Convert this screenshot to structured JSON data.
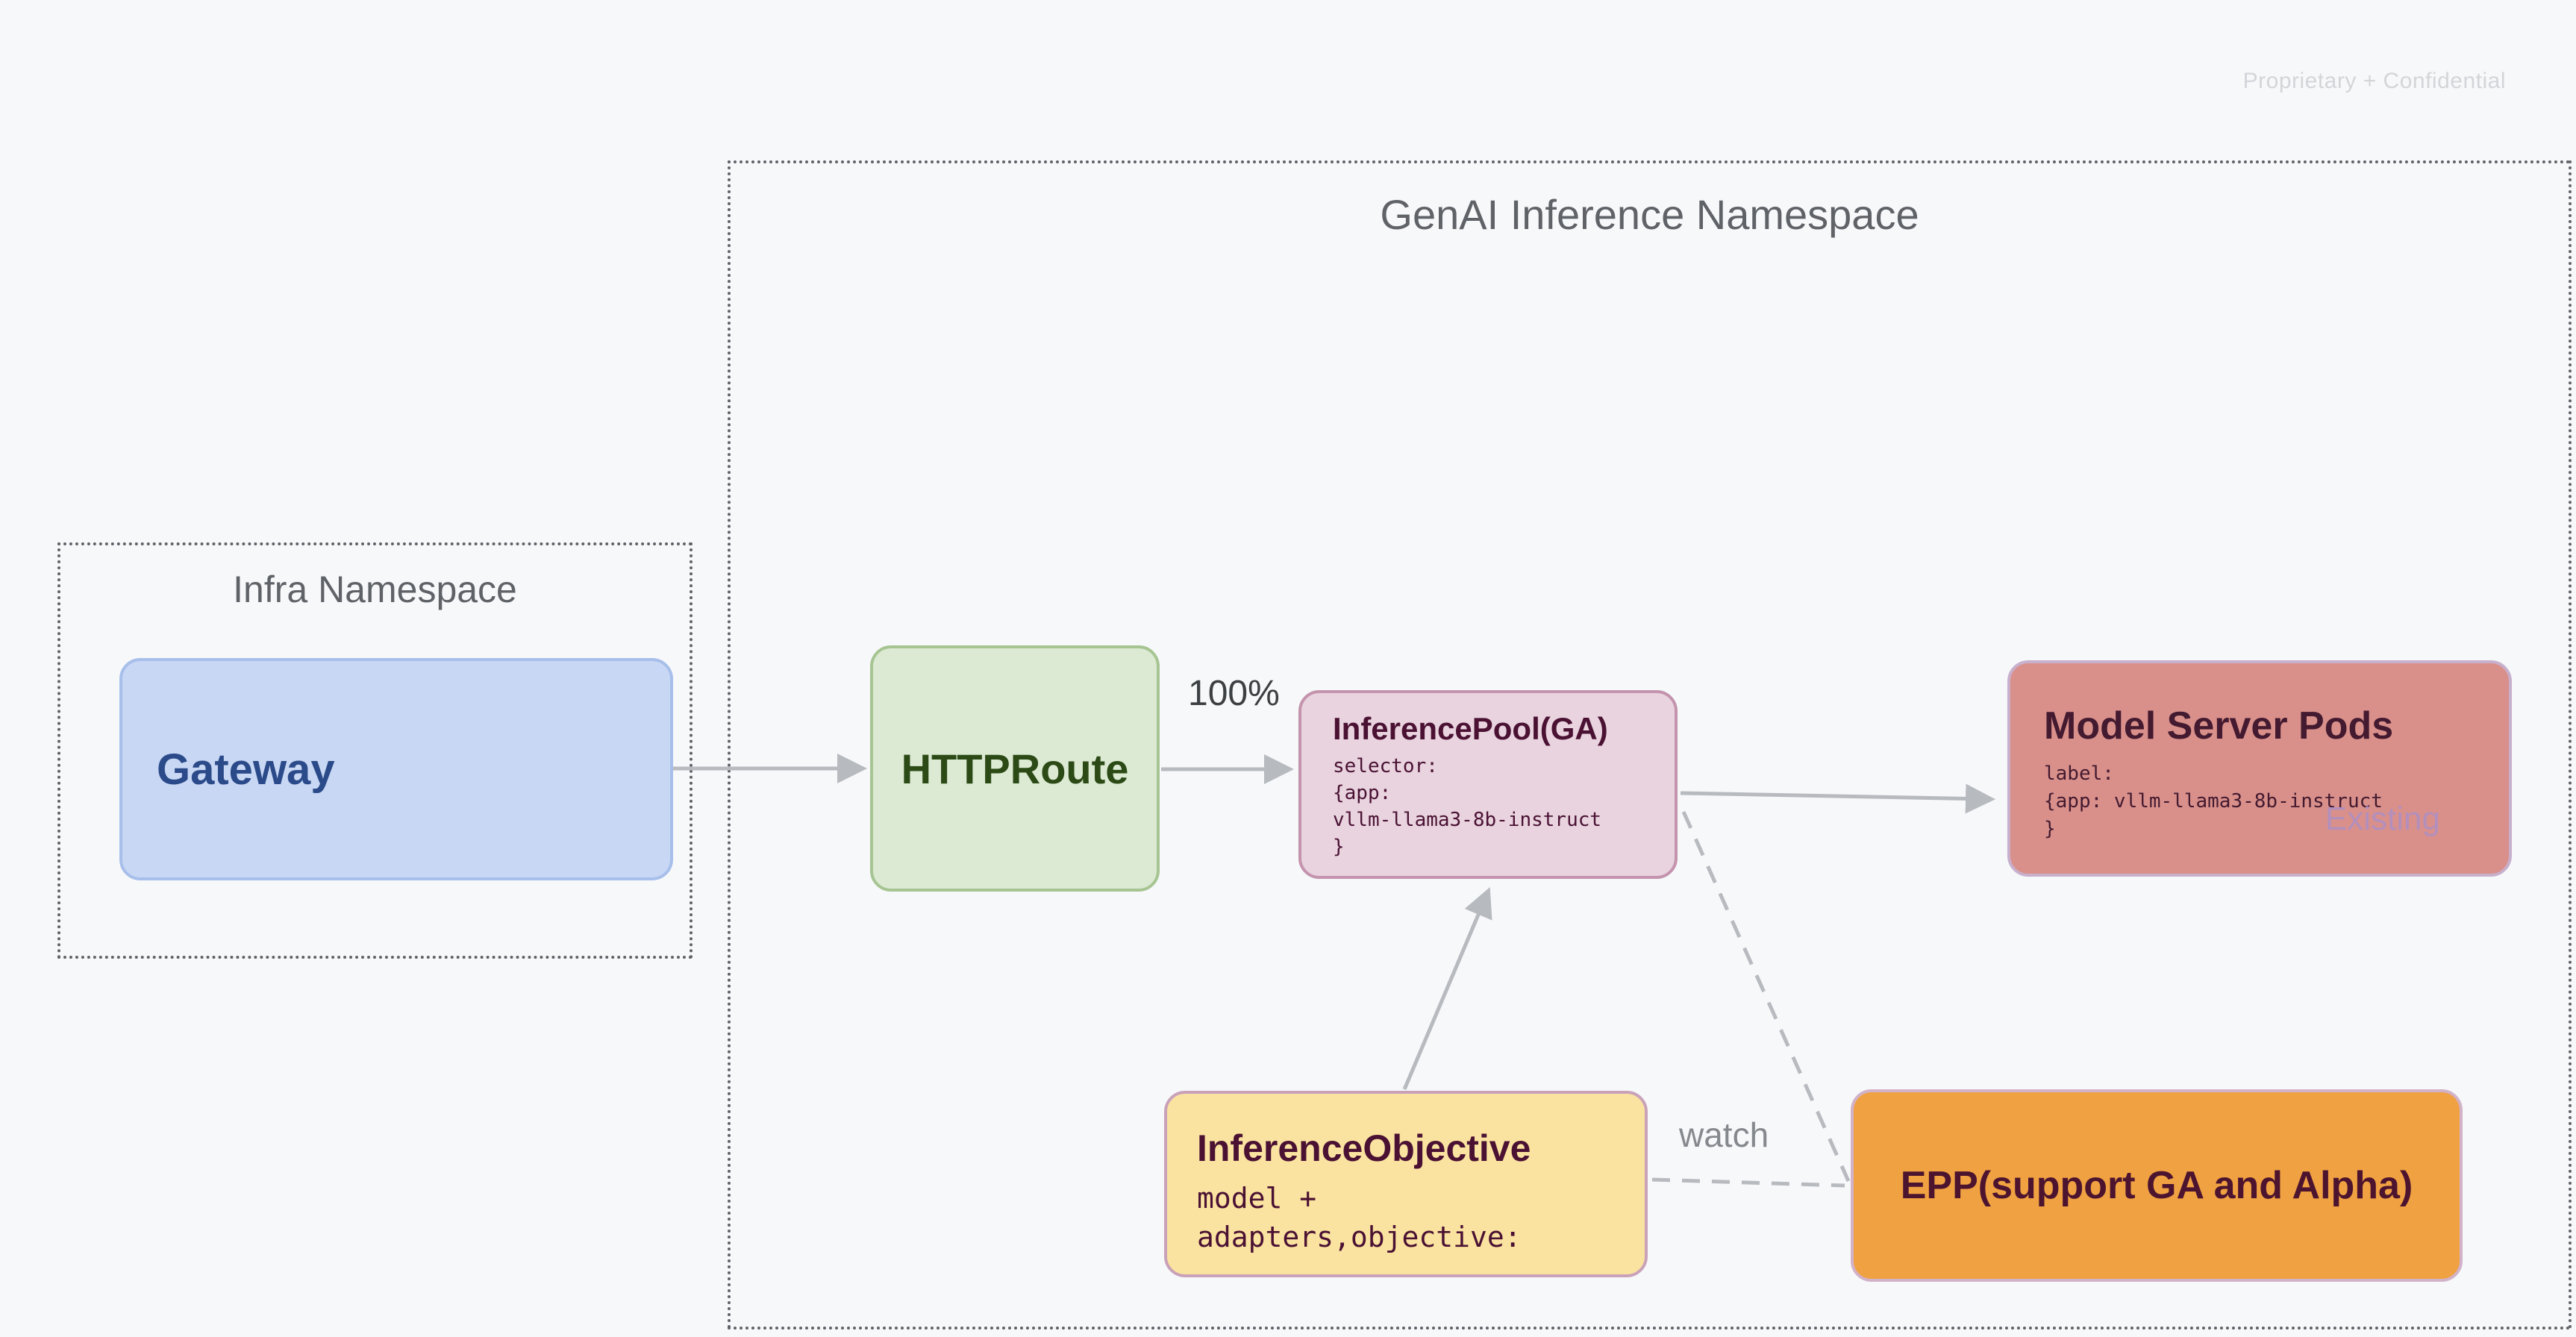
{
  "page": {
    "watermark": "Proprietary + Confidential"
  },
  "namespaces": {
    "genai": {
      "title": "GenAI Inference Namespace"
    },
    "infra": {
      "title": "Infra Namespace"
    }
  },
  "nodes": {
    "gateway": {
      "title": "Gateway"
    },
    "httproute": {
      "title": "HTTPRoute"
    },
    "inference_pool": {
      "title": "InferencePool(GA)",
      "code": "selector:\n{app:\nvllm-llama3-8b-instruct\n}"
    },
    "model_server_pods": {
      "title": "Model Server Pods",
      "code": "label:\n{app: vllm-llama3-8b-instruct\n}",
      "badge": "Existing"
    },
    "inference_objective": {
      "title": "InferenceObjective",
      "code": "model +\nadapters,objective:"
    },
    "epp": {
      "title": "EPP(support GA and Alpha)"
    }
  },
  "edges": {
    "route_weight_label": "100%",
    "watch_label": "watch"
  },
  "colors": {
    "background": "#f7f8fa",
    "namespace_border": "#5f6368",
    "namespace_title": "#5f6368",
    "watermark_text": "#d3d5d9",
    "connector_gray": "#b7babf",
    "gateway_fill": "#c8d7f3",
    "gateway_border": "#a7bfea",
    "gateway_text": "#2b4a8a",
    "httproute_fill": "#dcead3",
    "httproute_border": "#a6c592",
    "httproute_text": "#2c4a16",
    "inference_pool_fill": "#e8d3de",
    "inference_pool_border": "#c493ad",
    "inference_pool_text": "#4a1133",
    "model_server_pods_fill": "#d9908b",
    "model_server_pods_border": "#c8b0cd",
    "model_server_pods_text": "#431a2f",
    "existing_badge_text": "#af8fc2",
    "inference_objective_fill": "#fae3a0",
    "inference_objective_border": "#c9a2ba",
    "epp_fill": "#f0a142",
    "epp_border": "#d2b2c8",
    "epp_text": "#4c142e"
  }
}
